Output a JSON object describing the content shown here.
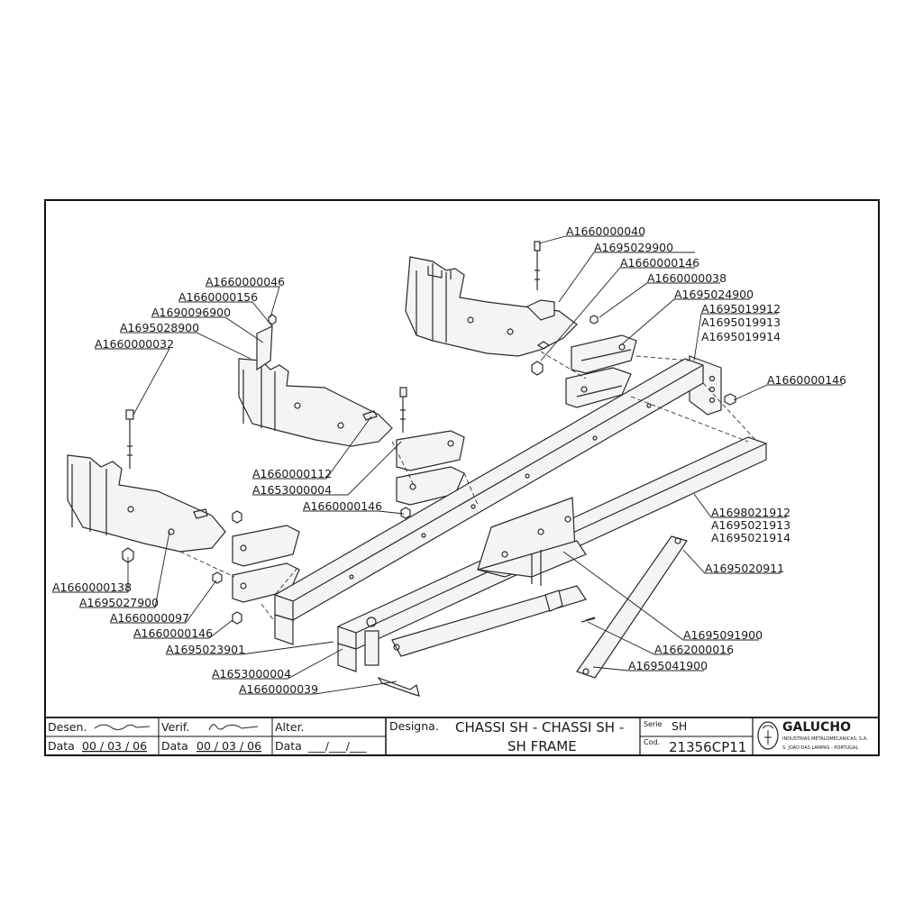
{
  "part_labels": [
    "A1660000040",
    "A1695029900",
    "A1660000146",
    "A1660000038",
    "A1695024900",
    "A1695019912",
    "A1695019913",
    "A1695019914",
    "A1660000146",
    "A1660000046",
    "A1660000156",
    "A1690096900",
    "A1695028900",
    "A1660000032",
    "A1660000112",
    "A1653000004",
    "A1660000146",
    "A1698021912",
    "A1695021913",
    "A1695021914",
    "A1695020911",
    "A1660000138",
    "A1695027900",
    "A1660000097",
    "A1660000146",
    "A1695023901",
    "A1653000004",
    "A1660000039",
    "A1695091900",
    "A1662000016",
    "A1695041900"
  ],
  "title_block": {
    "desen_label": "Desen.",
    "verif_label": "Verif.",
    "alter_label": "Alter.",
    "data_label": "Data",
    "desen_date": "00 / 03 / 06",
    "verif_date": "00 / 03 / 06",
    "alter_date": "___/___/___",
    "designa_label": "Designa.",
    "title_line1": "CHASSI SH - CHASSI SH -",
    "title_line2": "SH FRAME",
    "serie_label": "Serie",
    "serie_value": "SH",
    "cod_label": "Cod.",
    "cod_value": "21356CP11",
    "company_name": "GALUCHO",
    "company_sub1": "INDUSTRIAS METALOMECANICAS, S.A.",
    "company_sub2": "S. JOÃO DAS LAMPAS - PORTUGAL"
  }
}
